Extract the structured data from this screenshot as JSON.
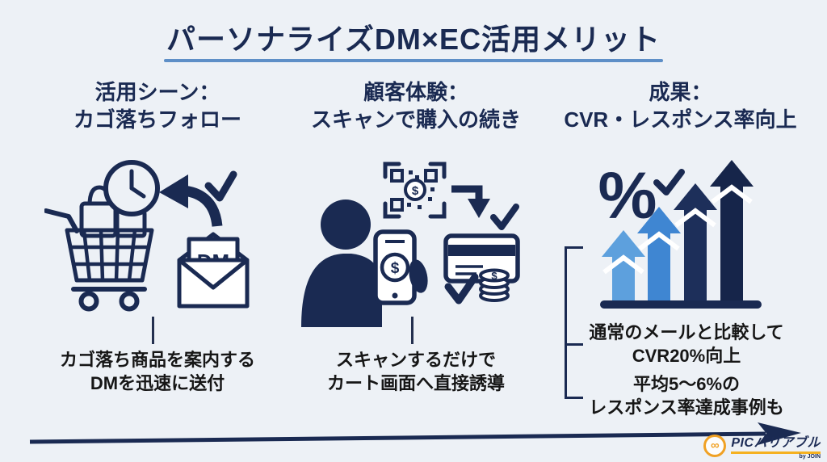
{
  "title": "パーソナライズDM×EC活用メリット",
  "columns": [
    {
      "header": "活用シーン：\nカゴ落ちフォロー",
      "caption": "カゴ落ち商品を案内する\nDMを迅速に送付"
    },
    {
      "header": "顧客体験：\nスキャンで購入の続き",
      "caption": "スキャンするだけで\nカート画面へ直接誘導"
    },
    {
      "header": "成果：\nCVR・レスポンス率向上",
      "caption1": "通常のメールと比較して\nCVR20%向上",
      "caption2": "平均5〜6%の\nレスポンス率達成事例も"
    }
  ],
  "symbols": {
    "dm": "DM",
    "dollar": "$",
    "percent": "%",
    "infinity": "∞"
  },
  "logo": {
    "name": "PICバリアブル",
    "byline": "by JOIN"
  },
  "colors": {
    "navy": "#1a2a52",
    "light_blue_1": "#5da0dd",
    "light_blue_2": "#3f86d2",
    "underline_blue": "#5e8fc7",
    "logo_orange": "#f0a124",
    "logo_gold": "#f5b120",
    "background": "#edf1f6"
  }
}
